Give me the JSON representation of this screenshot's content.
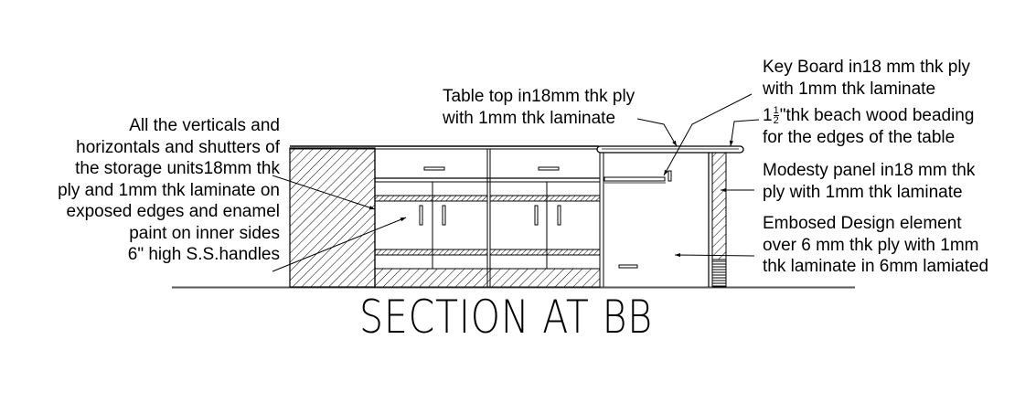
{
  "drawing": {
    "title": "SECTION AT BB",
    "notes": {
      "storage_units": {
        "lines": [
          "All the verticals and",
          "horizontals and shutters of",
          "the storage units18mm thk",
          "ply and 1mm thk laminate  on",
          "exposed edges and enamel",
          "paint on inner sides",
          "6\" high S.S.handles"
        ]
      },
      "table_top": {
        "lines": [
          "Table top in18mm thk ply",
          "with 1mm thk laminate"
        ]
      },
      "key_board": {
        "lines": [
          "Key Board  in18 mm thk ply",
          "with 1mm thk laminate"
        ]
      },
      "beading": {
        "whole": "1",
        "frac_num": "1",
        "frac_den": "2",
        "line1_rest": "\"thk beach wood beading",
        "line2": "for the edges of the table"
      },
      "modesty_panel": {
        "lines": [
          "Modesty panel in18 mm thk",
          "ply with 1mm thk laminate"
        ]
      },
      "embossed": {
        "lines": [
          "Embosed Design element",
          "over 6 mm thk ply with 1mm",
          "thk laminate in 6mm lamiated"
        ]
      }
    },
    "colors": {
      "line": "#000000",
      "ground": "#555555",
      "background": "#ffffff"
    }
  }
}
